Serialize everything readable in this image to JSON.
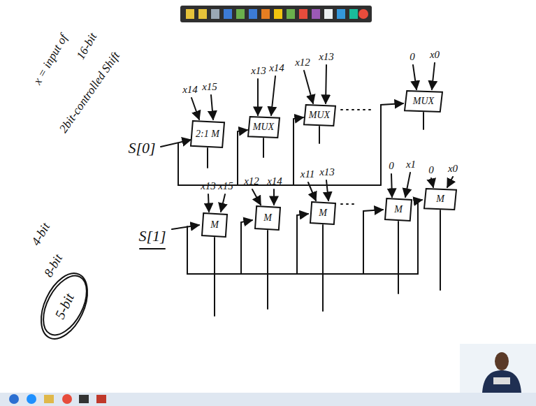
{
  "diagram": {
    "nodes": [
      {
        "text": [
          "2:1 M"
        ]
      },
      {
        "text": [
          "MUX"
        ]
      },
      {
        "text": [
          "MUX"
        ]
      },
      {
        "text": [
          "MUX"
        ]
      },
      {
        "text": [
          "M"
        ]
      },
      {
        "text": [
          "M"
        ]
      },
      {
        "text": [
          "M"
        ]
      },
      {
        "text": [
          "M"
        ]
      },
      {
        "text": [
          "M"
        ]
      }
    ],
    "labels": [
      "x = input of",
      "16-bit",
      "2bit-controlled Shift",
      "S[0]",
      "S[1]",
      "x14",
      "x15",
      "x13",
      "x14",
      "x12",
      "x13",
      "0",
      "x0",
      "x13",
      "x15",
      "x12",
      "x14",
      "x11",
      "x13",
      "0",
      "x1",
      "0",
      "x0",
      "4-bit",
      "8-bit",
      "5-bit"
    ]
  }
}
